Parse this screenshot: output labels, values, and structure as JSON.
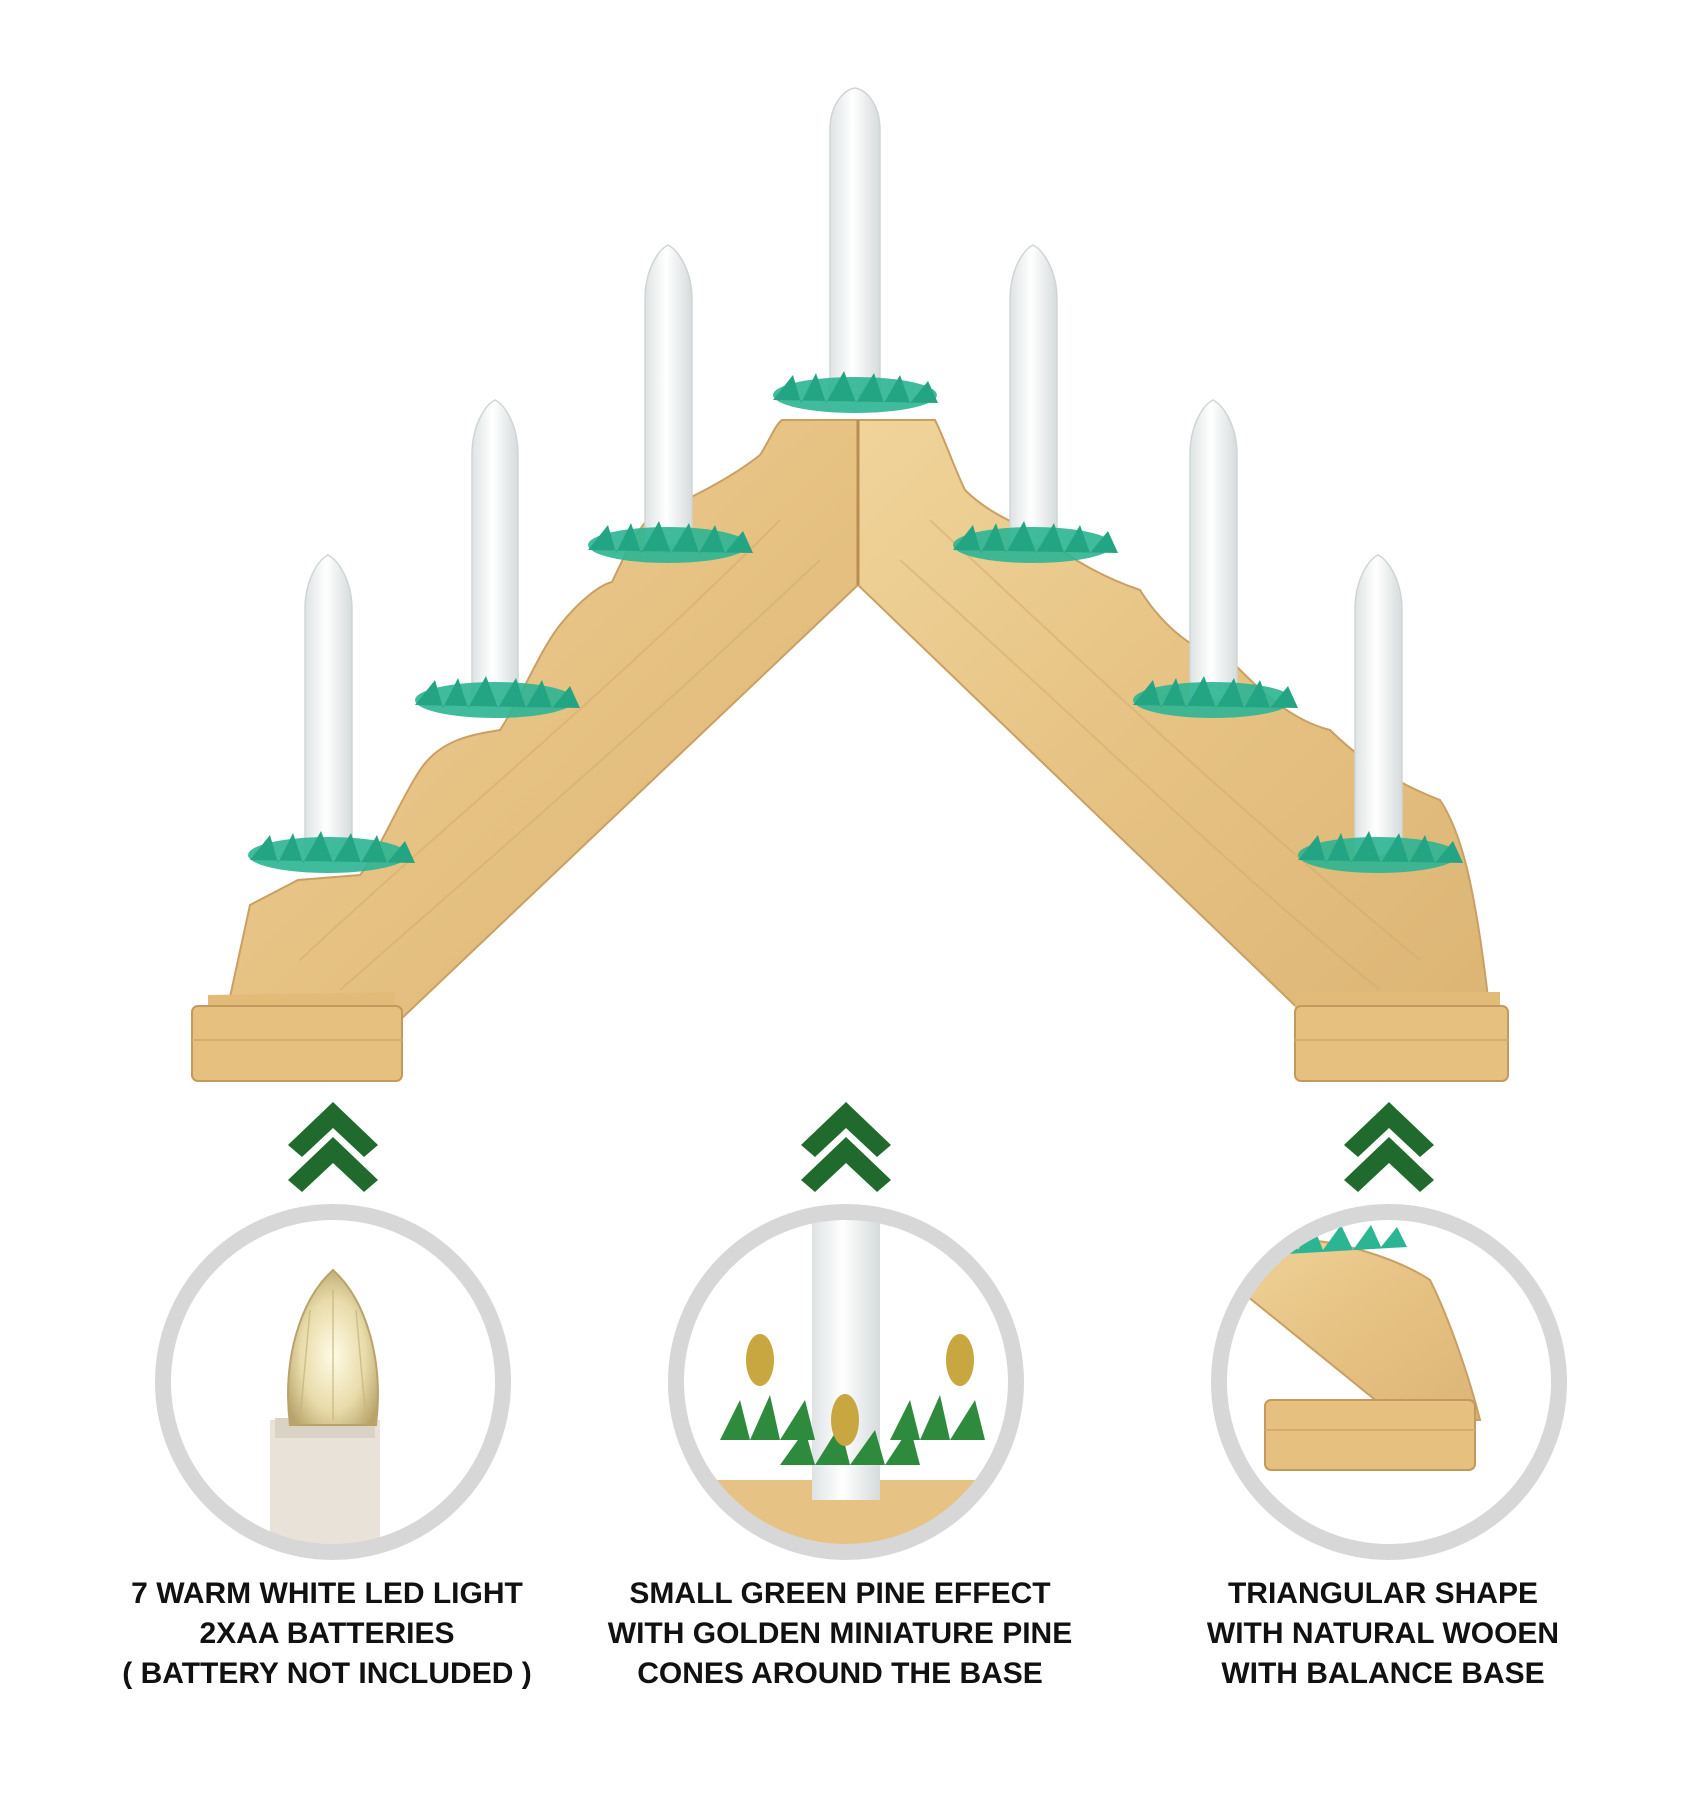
{
  "colors": {
    "background": "#ffffff",
    "wood": "#e9c98c",
    "wood_dark": "#d2a866",
    "candle": "#f4f6f6",
    "pine": "#2bb592",
    "arrow": "#1f6a2c",
    "ring": "#d7d7d7",
    "text": "#111111"
  },
  "icons": {
    "arrows": "double-chevron-up-icon"
  },
  "features": [
    {
      "lines": [
        "7 WARM WHITE LED LIGHT",
        "2XAA BATTERIES",
        "( BATTERY NOT INCLUDED )"
      ]
    },
    {
      "lines": [
        "SMALL GREEN PINE EFFECT",
        "WITH GOLDEN MINIATURE PINE",
        "CONES AROUND THE BASE"
      ]
    },
    {
      "lines": [
        "TRIANGULAR  SHAPE",
        "WITH NATURAL WOOEN",
        "WITH BALANCE BASE"
      ]
    }
  ]
}
